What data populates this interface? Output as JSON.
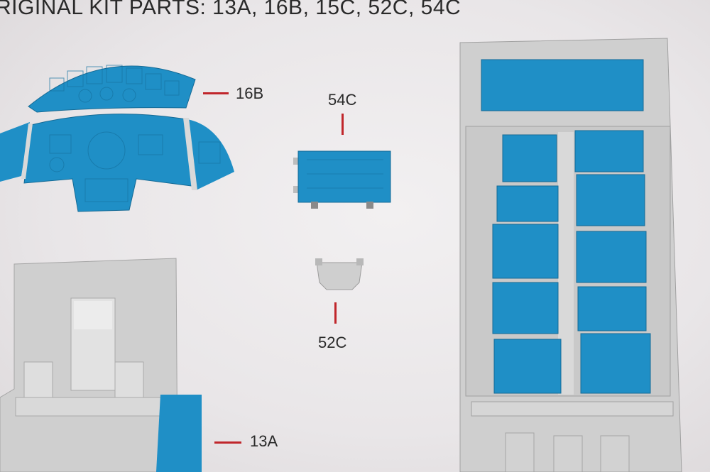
{
  "title": "RIGINAL KIT PARTS: 13A, 16B, 15C, 52C, 54C",
  "labels": {
    "part_16b": "16B",
    "part_54c": "54C",
    "part_52c": "52C",
    "part_13a": "13A"
  },
  "colors": {
    "part_blue": "#1f8fc6",
    "plastic_grey": "#cfcfcf",
    "leader_red": "#c0262b"
  }
}
